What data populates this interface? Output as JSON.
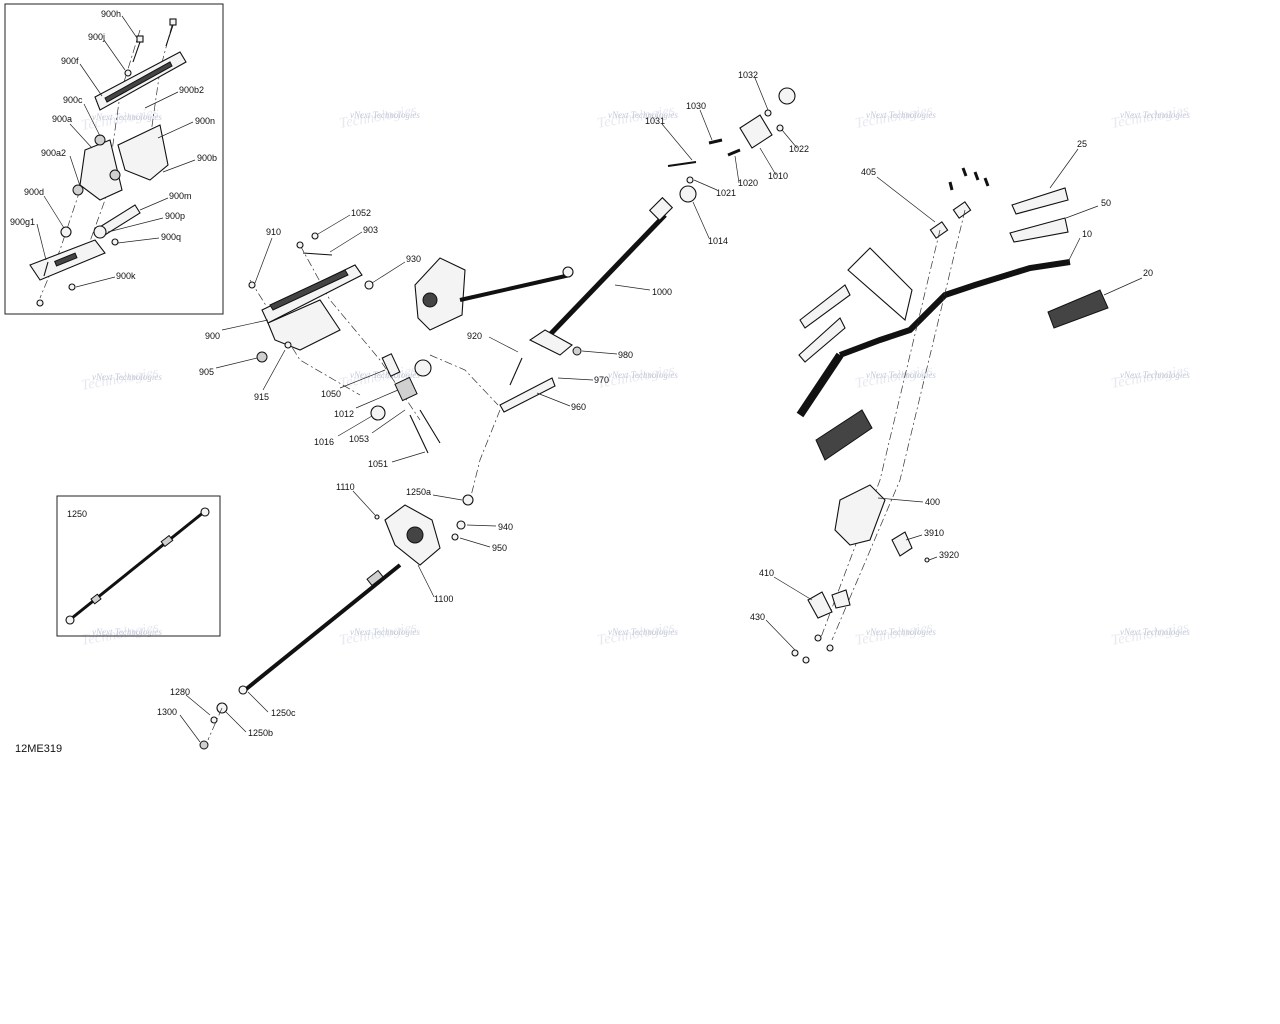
{
  "document_id": "12ME319",
  "watermark": {
    "line1": "vNext Technologies",
    "line2": "Technologies"
  },
  "inset_labels": {
    "detail_1250": "1250"
  },
  "callouts": {
    "c900h": "900h",
    "c900j": "900j",
    "c900f": "900f",
    "c900b2": "900b2",
    "c900c": "900c",
    "c900a": "900a",
    "c900n": "900n",
    "c900a2": "900a2",
    "c900b": "900b",
    "c900d": "900d",
    "c900m": "900m",
    "c900g1": "900g1",
    "c900p": "900p",
    "c900q": "900q",
    "c900k": "900k",
    "c910": "910",
    "c1052": "1052",
    "c903": "903",
    "c930": "930",
    "c900": "900",
    "c905": "905",
    "c915": "915",
    "c1050": "1050",
    "c1012": "1012",
    "c1016": "1016",
    "c1053": "1053",
    "c1051": "1051",
    "c920": "920",
    "c980": "980",
    "c970": "970",
    "c960": "960",
    "c1000": "1000",
    "c1032": "1032",
    "c1030": "1030",
    "c1031": "1031",
    "c1022": "1022",
    "c1010": "1010",
    "c1020": "1020",
    "c1021": "1021",
    "c1014": "1014",
    "c1110": "1110",
    "c1250a": "1250a",
    "c940": "940",
    "c950": "950",
    "c1100": "1100",
    "c1280": "1280",
    "c1300": "1300",
    "c1250c": "1250c",
    "c1250b": "1250b",
    "c25": "25",
    "c405": "405",
    "c50": "50",
    "c10": "10",
    "c20": "20",
    "c400": "400",
    "c3910": "3910",
    "c3920": "3920",
    "c410": "410",
    "c430": "430"
  }
}
